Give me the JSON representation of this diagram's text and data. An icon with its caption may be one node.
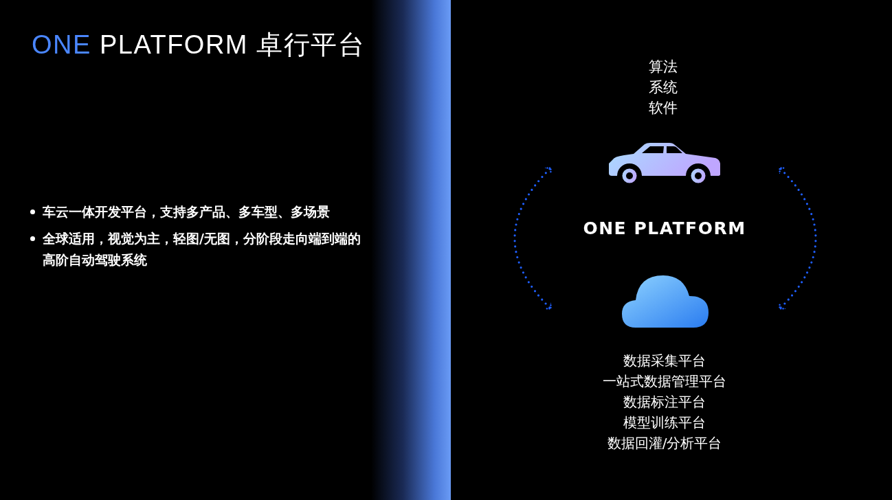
{
  "diagram": {
    "title": "ONE PLATFORM 卓行平台",
    "nodes": [
      {
        "text": [],
        "shape": "picture",
        "beside": [
          "算法",
          "系统",
          "软件"
        ]
      },
      {
        "text": [],
        "shape": "cloud",
        "beside": [
          "数据采集平台",
          "一站式数据管理平台",
          "数据标注平台",
          "模型训练平台",
          "数据回灌/分析平台"
        ]
      }
    ],
    "labels": [
      "车云一体开发平台，支持多产品、多车型、多场景",
      "全球适用，视觉为主，轻图/无图，分阶段走向端到端的高阶自动驾驶系统",
      "ONE PLATFORM"
    ]
  }
}
